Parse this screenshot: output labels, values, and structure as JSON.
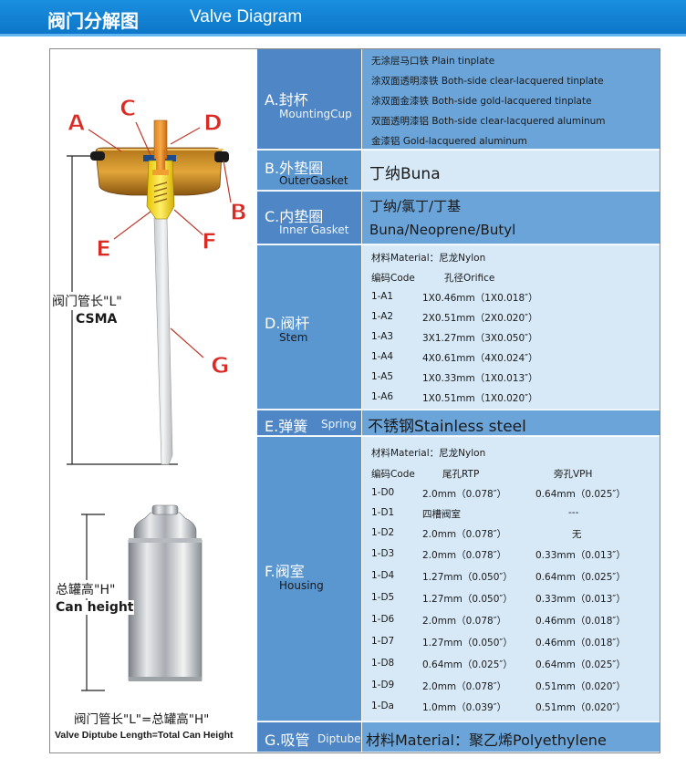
{
  "header": {
    "title_cn": "阀门分解图",
    "title_en": "Valve Diagram"
  },
  "diagram": {
    "callouts": [
      "A",
      "B",
      "C",
      "D",
      "E",
      "F",
      "G"
    ],
    "dim_L_cn": "阀门管长\"L\"",
    "dim_L_en": "CSMA",
    "dim_H_cn": "总罐高\"H\"",
    "dim_H_en": "Can height",
    "caption_cn": "阀门管长\"L\"=总罐高\"H\"",
    "caption_en": "Valve Diptube Length=Total Can Height"
  },
  "rows": {
    "a": {
      "label_cn": "A.封杯",
      "label_en": "MountingCup",
      "lines": [
        "无涂层马口铁 Plain tinplate",
        "涂双面透明漆铁 Both-side clear-lacquered tinplate",
        "涂双面金漆铁 Both-side gold-lacquered tinplate",
        "双面透明漆铝 Both-side clear-lacquered aluminum",
        "金漆铝 Gold-lacquered aluminum"
      ]
    },
    "b": {
      "label_cn": "B.外垫圈",
      "label_en": "OuterGasket",
      "value": "丁纳Buna"
    },
    "c": {
      "label_cn": "C.内垫圈",
      "label_en": "Inner Gasket",
      "value1": "丁纳/氯丁/丁基",
      "value2": "Buna/Neoprene/Butyl"
    },
    "d": {
      "label_cn": "D.阀杆",
      "label_en": "Stem",
      "material": "材料Material：尼龙Nylon",
      "col_code": "编码Code",
      "col_orifice": "孔径Orifice",
      "items": [
        {
          "code": "1-A1",
          "orifice": "1X0.46mm（1X0.018″）"
        },
        {
          "code": "1-A2",
          "orifice": "2X0.51mm（2X0.020″）"
        },
        {
          "code": "1-A3",
          "orifice": "3X1.27mm（3X0.050″）"
        },
        {
          "code": "1-A4",
          "orifice": "4X0.61mm（4X0.024″）"
        },
        {
          "code": "1-A5",
          "orifice": "1X0.33mm（1X0.013″）"
        },
        {
          "code": "1-A6",
          "orifice": "1X0.51mm（1X0.020″）"
        }
      ]
    },
    "e": {
      "label_cn": "E.弹簧",
      "label_en": "Spring",
      "value": "不锈钢Stainless steel"
    },
    "f": {
      "label_cn": "F.阀室",
      "label_en": "Housing",
      "material": "材料Material：尼龙Nylon",
      "col_code": "编码Code",
      "col_rtp": "尾孔RTP",
      "col_vph": "旁孔VPH",
      "items": [
        {
          "code": "1-D0",
          "rtp": "2.0mm（0.078″）",
          "vph": "0.64mm（0.025″）"
        },
        {
          "code": "1-D1",
          "rtp": "四槽阀室",
          "vph": "---"
        },
        {
          "code": "1-D2",
          "rtp": "2.0mm（0.078″）",
          "vph": "无"
        },
        {
          "code": "1-D3",
          "rtp": "2.0mm（0.078″）",
          "vph": "0.33mm（0.013″）"
        },
        {
          "code": "1-D4",
          "rtp": "1.27mm（0.050″）",
          "vph": "0.64mm（0.025″）"
        },
        {
          "code": "1-D5",
          "rtp": "1.27mm（0.050″）",
          "vph": "0.33mm（0.013″）"
        },
        {
          "code": "1-D6",
          "rtp": "2.0mm（0.078″）",
          "vph": "0.46mm（0.018″）"
        },
        {
          "code": "1-D7",
          "rtp": "1.27mm（0.050″）",
          "vph": "0.46mm（0.018″）"
        },
        {
          "code": "1-D8",
          "rtp": "0.64mm（0.025″）",
          "vph": "0.64mm（0.025″）"
        },
        {
          "code": "1-D9",
          "rtp": "2.0mm（0.078″）",
          "vph": "0.51mm（0.020″）"
        },
        {
          "code": "1-Da",
          "rtp": "1.0mm（0.039″）",
          "vph": "0.51mm（0.020″）"
        }
      ]
    },
    "g": {
      "label_cn": "G.吸管",
      "label_en": "Diptube",
      "value": "材料Material：聚乙烯Polyethylene"
    }
  }
}
